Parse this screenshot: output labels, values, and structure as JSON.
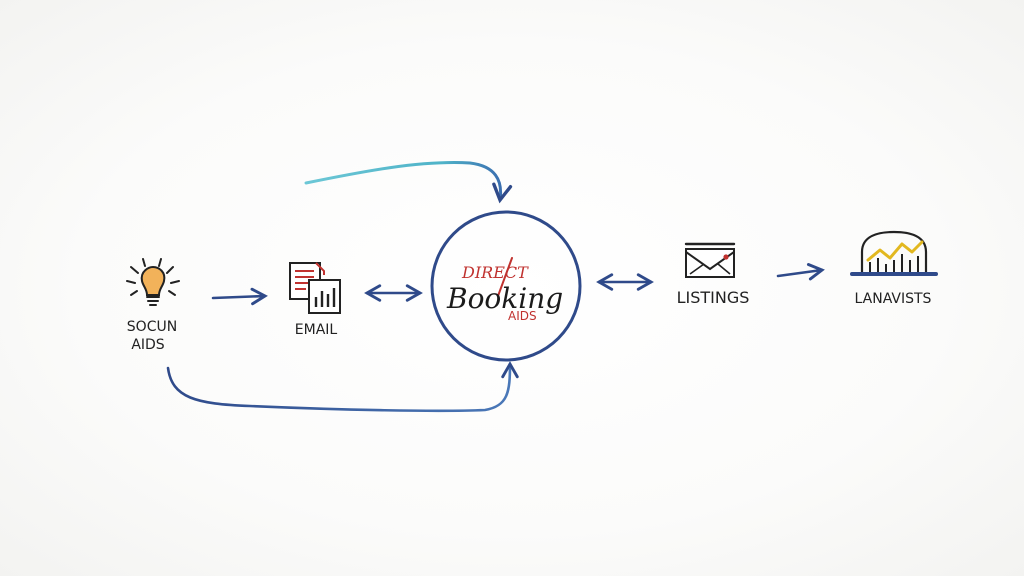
{
  "colors": {
    "ink": "#222222",
    "navy": "#2f4a8a",
    "teal": "#4fb3c8",
    "red": "#c0322f",
    "gold": "#e2b81f"
  },
  "nodes": {
    "social_ads": {
      "line1": "SOCUN",
      "line2": "AIDS",
      "icon": "lightbulb-icon"
    },
    "email": {
      "label": "EMAIL",
      "icon": "document-chart-icon"
    },
    "direct_booking": {
      "top": "DIRECT",
      "main": "Booking",
      "sub": "AIDS"
    },
    "listings": {
      "label": "LISTINGS",
      "icon": "envelope-icon"
    },
    "analytics": {
      "label": "LANAVISTS",
      "icon": "line-chart-icon"
    }
  },
  "connections": [
    {
      "from": "social_ads",
      "to": "email",
      "type": "arrow"
    },
    {
      "from": "email",
      "to": "direct_booking",
      "type": "double-arrow"
    },
    {
      "from": "direct_booking",
      "to": "listings",
      "type": "double-arrow"
    },
    {
      "from": "listings",
      "to": "analytics",
      "type": "arrow"
    },
    {
      "from": "social_ads",
      "to": "direct_booking",
      "type": "curved-arrow-bottom"
    },
    {
      "from": "top",
      "to": "direct_booking",
      "type": "curved-arrow-top"
    }
  ]
}
